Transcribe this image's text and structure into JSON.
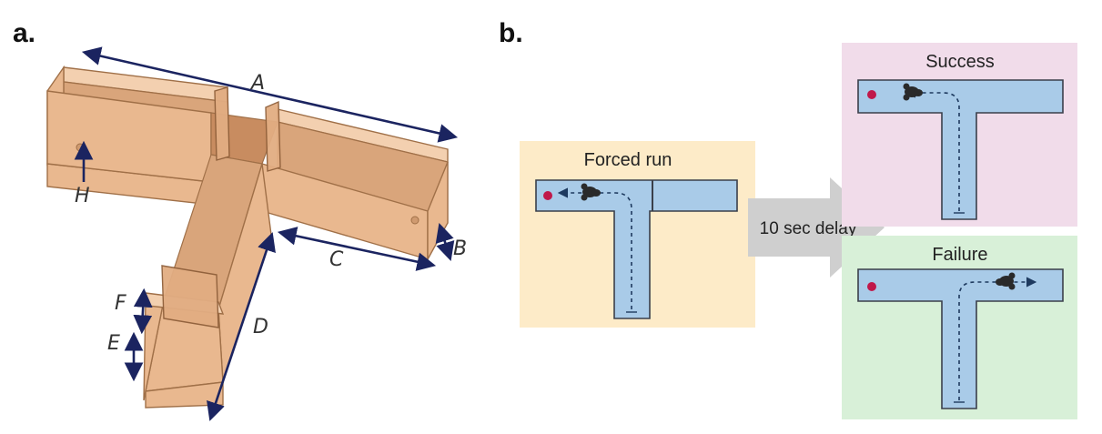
{
  "panels": {
    "a": {
      "letter": "a."
    },
    "b": {
      "letter": "b."
    }
  },
  "dimensions": {
    "A": "A",
    "B": "B",
    "C": "C",
    "D": "D",
    "E": "E",
    "F": "F",
    "H": "H"
  },
  "forced_run": {
    "title": "Forced run",
    "color": "#fdebc8"
  },
  "delay": {
    "label": "10 sec delay",
    "color": "#cfcfcf"
  },
  "success": {
    "title": "Success",
    "color": "#f1dcea"
  },
  "failure": {
    "title": "Failure",
    "color": "#d8f0d8"
  },
  "colors": {
    "maze_fill": "#a9cbe8",
    "reward_dot": "#c0184a",
    "mouse": "#2a2a2a",
    "dimension_arrows": "#1b2460",
    "wood": "#e9b88f"
  },
  "icons": {
    "reward": "reward-dot-icon",
    "mouse": "mouse-icon"
  }
}
